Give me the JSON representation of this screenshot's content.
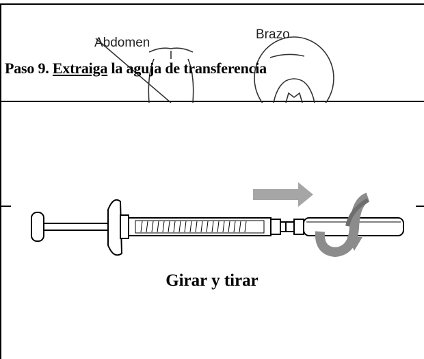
{
  "background_figure": {
    "labels": [
      "Abdomen",
      "Brazo"
    ]
  },
  "step": {
    "number_label": "Paso 9.",
    "verb": "Extraiga",
    "rest": "la aguja de transferencia"
  },
  "illustration": {
    "caption": "Girar y tirar",
    "arrow_color": "#a6a6a6"
  }
}
